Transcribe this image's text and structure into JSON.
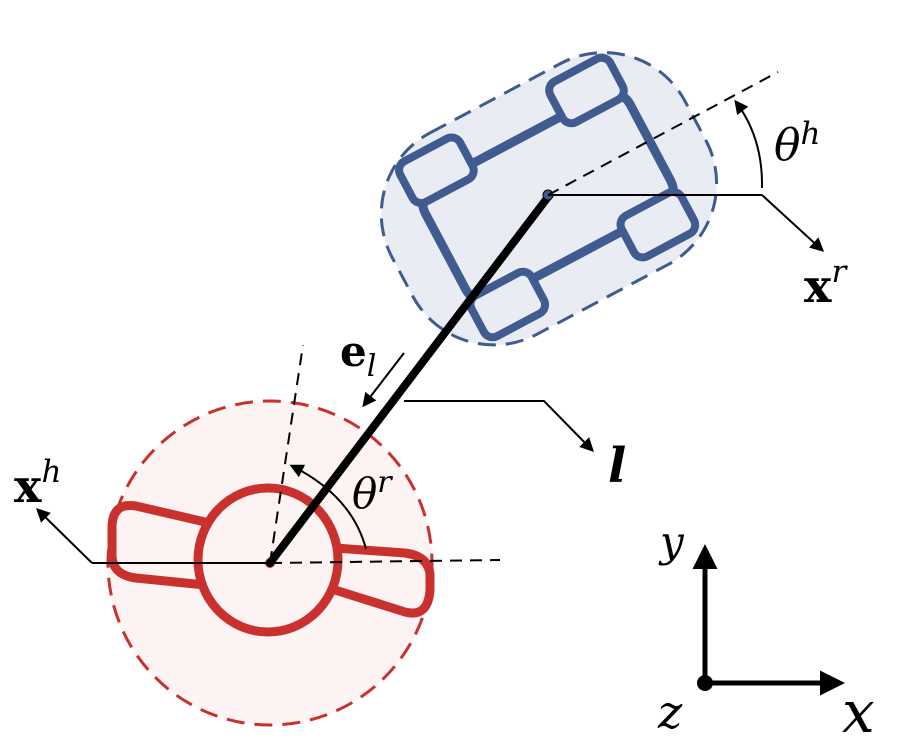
{
  "colors": {
    "robot_stroke": "#3F5B8F",
    "robot_fill": "#E9ECF3",
    "human_stroke": "#C9312F",
    "human_fill": "#FCF3F2",
    "ink": "#000000"
  },
  "labels": {
    "theta_h": {
      "base": "θ",
      "sup": "h"
    },
    "theta_r": {
      "base": "θ",
      "sup": "r"
    },
    "x_r": {
      "base": "x",
      "sup": "r"
    },
    "x_h": {
      "base": "x",
      "sup": "h"
    },
    "e_l": {
      "base": "e",
      "sub": "l"
    },
    "l": "l"
  },
  "axes": {
    "x": "x",
    "y": "y",
    "z": "z"
  }
}
